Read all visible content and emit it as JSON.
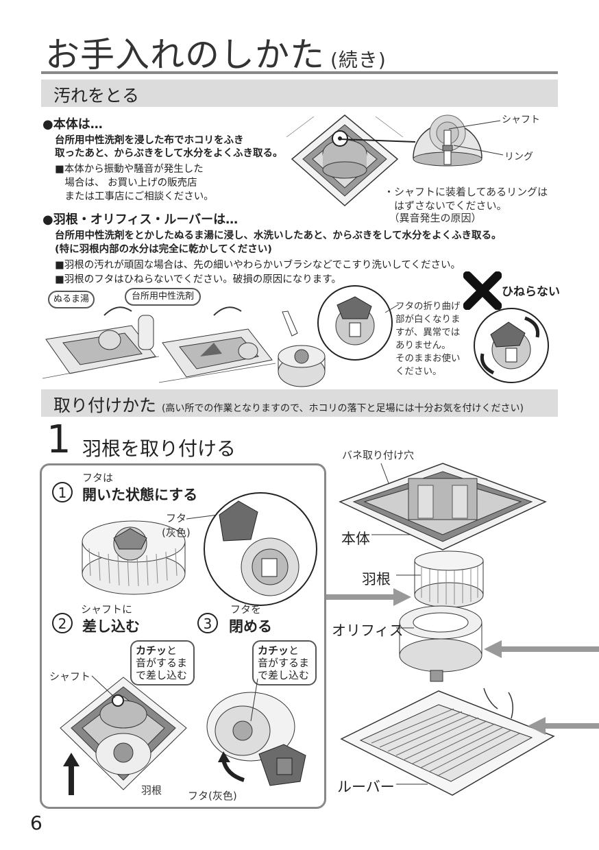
{
  "page": {
    "title": "お手入れのしかた",
    "title_sub": "(続き)",
    "page_number": "6"
  },
  "cleaning": {
    "band_title": "汚れをとる",
    "body": {
      "heading": "●本体は…",
      "line1": "台所用中性洗剤を浸した布でホコリをふき",
      "line2": "取ったあと、からぶきをして水分をよくふき取る。",
      "note1": "■本体から振動や騒音が発生した",
      "note2": "　場合は、 お買い上げの販売店",
      "note3": "　または工事店にご相談ください。"
    },
    "shaft_label": "シャフト",
    "ring_label": "リング",
    "ring_note1": "・シャフトに装着してあるリングは",
    "ring_note2": "　はずさないでください。",
    "ring_note3": "　（異音発生の原因）",
    "blade": {
      "heading": "●羽根・オリフィス・ルーバーは…",
      "line1": "台所用中性洗剤をとかしたぬるま湯に浸し、水洗いしたあと、からぶきをして水分をよくふき取る。",
      "line2": "(特に羽根内部の水分は完全に乾かしてください)",
      "note1": "■羽根の汚れが頑固な場合は、先の細いやわらかいブラシなどでこすり洗いしてください。",
      "note2": "■羽根のフタはひねらないでください。破損の原因になります。"
    },
    "bubble_water": "ぬるま湯",
    "bubble_detergent": "台所用中性洗剤",
    "lid_note": [
      "フタの折り曲げ",
      "部が白くなりま",
      "すが、異常では",
      "ありません。",
      "そのままお使い",
      "ください。"
    ],
    "no_twist": "ひねらない"
  },
  "install": {
    "band_title": "取り付けかた",
    "band_sub": "(高い所での作業となりますので、ホコリの落下と足場には十分お気を付けください)",
    "step_number": "1",
    "step_title": "羽根を取り付ける",
    "sub1_small": "フタは",
    "sub1_main": "開いた状態にする",
    "sub1_num": "1",
    "lid_label": "フタ",
    "lid_color": "(灰色)",
    "sub2_small": "シャフトに",
    "sub2_main": "差し込む",
    "sub2_num": "2",
    "sub3_small": "フタを",
    "sub3_main": "閉める",
    "sub3_num": "3",
    "click_bold": "カチッ",
    "click_rest1": "と",
    "click_line2": "音がするま",
    "click_line3": "で差し込む",
    "shaft_label": "シャフト",
    "blade_label": "羽根",
    "lid_grey_label": "フタ(灰色)",
    "spring_hole": "バネ取り付け穴",
    "part_body": "本体",
    "part_blade": "羽根",
    "part_orifice": "オリフィス",
    "part_louver": "ルーバー"
  },
  "colors": {
    "band": "#dcdcdc",
    "rule": "#888888",
    "arrow": "#999999",
    "lid_grey": "#6b6b6b"
  }
}
